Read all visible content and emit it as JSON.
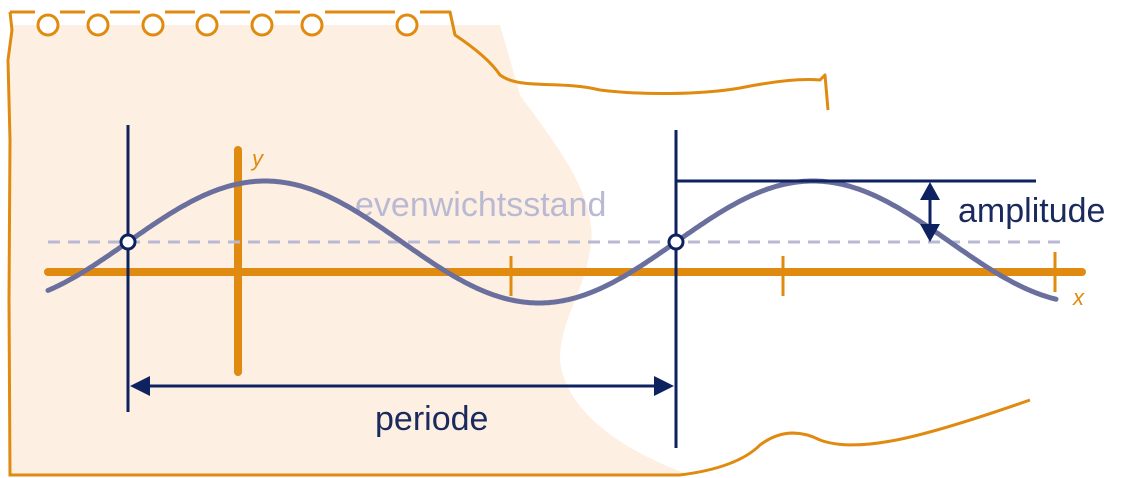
{
  "labels": {
    "equilibrium": "evenwichtsstand",
    "amplitude": "amplitude",
    "period": "periode",
    "y_axis": "y",
    "x_axis": "x"
  },
  "colors": {
    "paper_outline": "#e08a10",
    "paper_fill": "#fdf0e2",
    "axis": "#e08a10",
    "wave": "#6a6f9d",
    "markers": "#0e2260",
    "equilibrium_line": "#b9b9d3",
    "text": "#1b2a5e"
  }
}
